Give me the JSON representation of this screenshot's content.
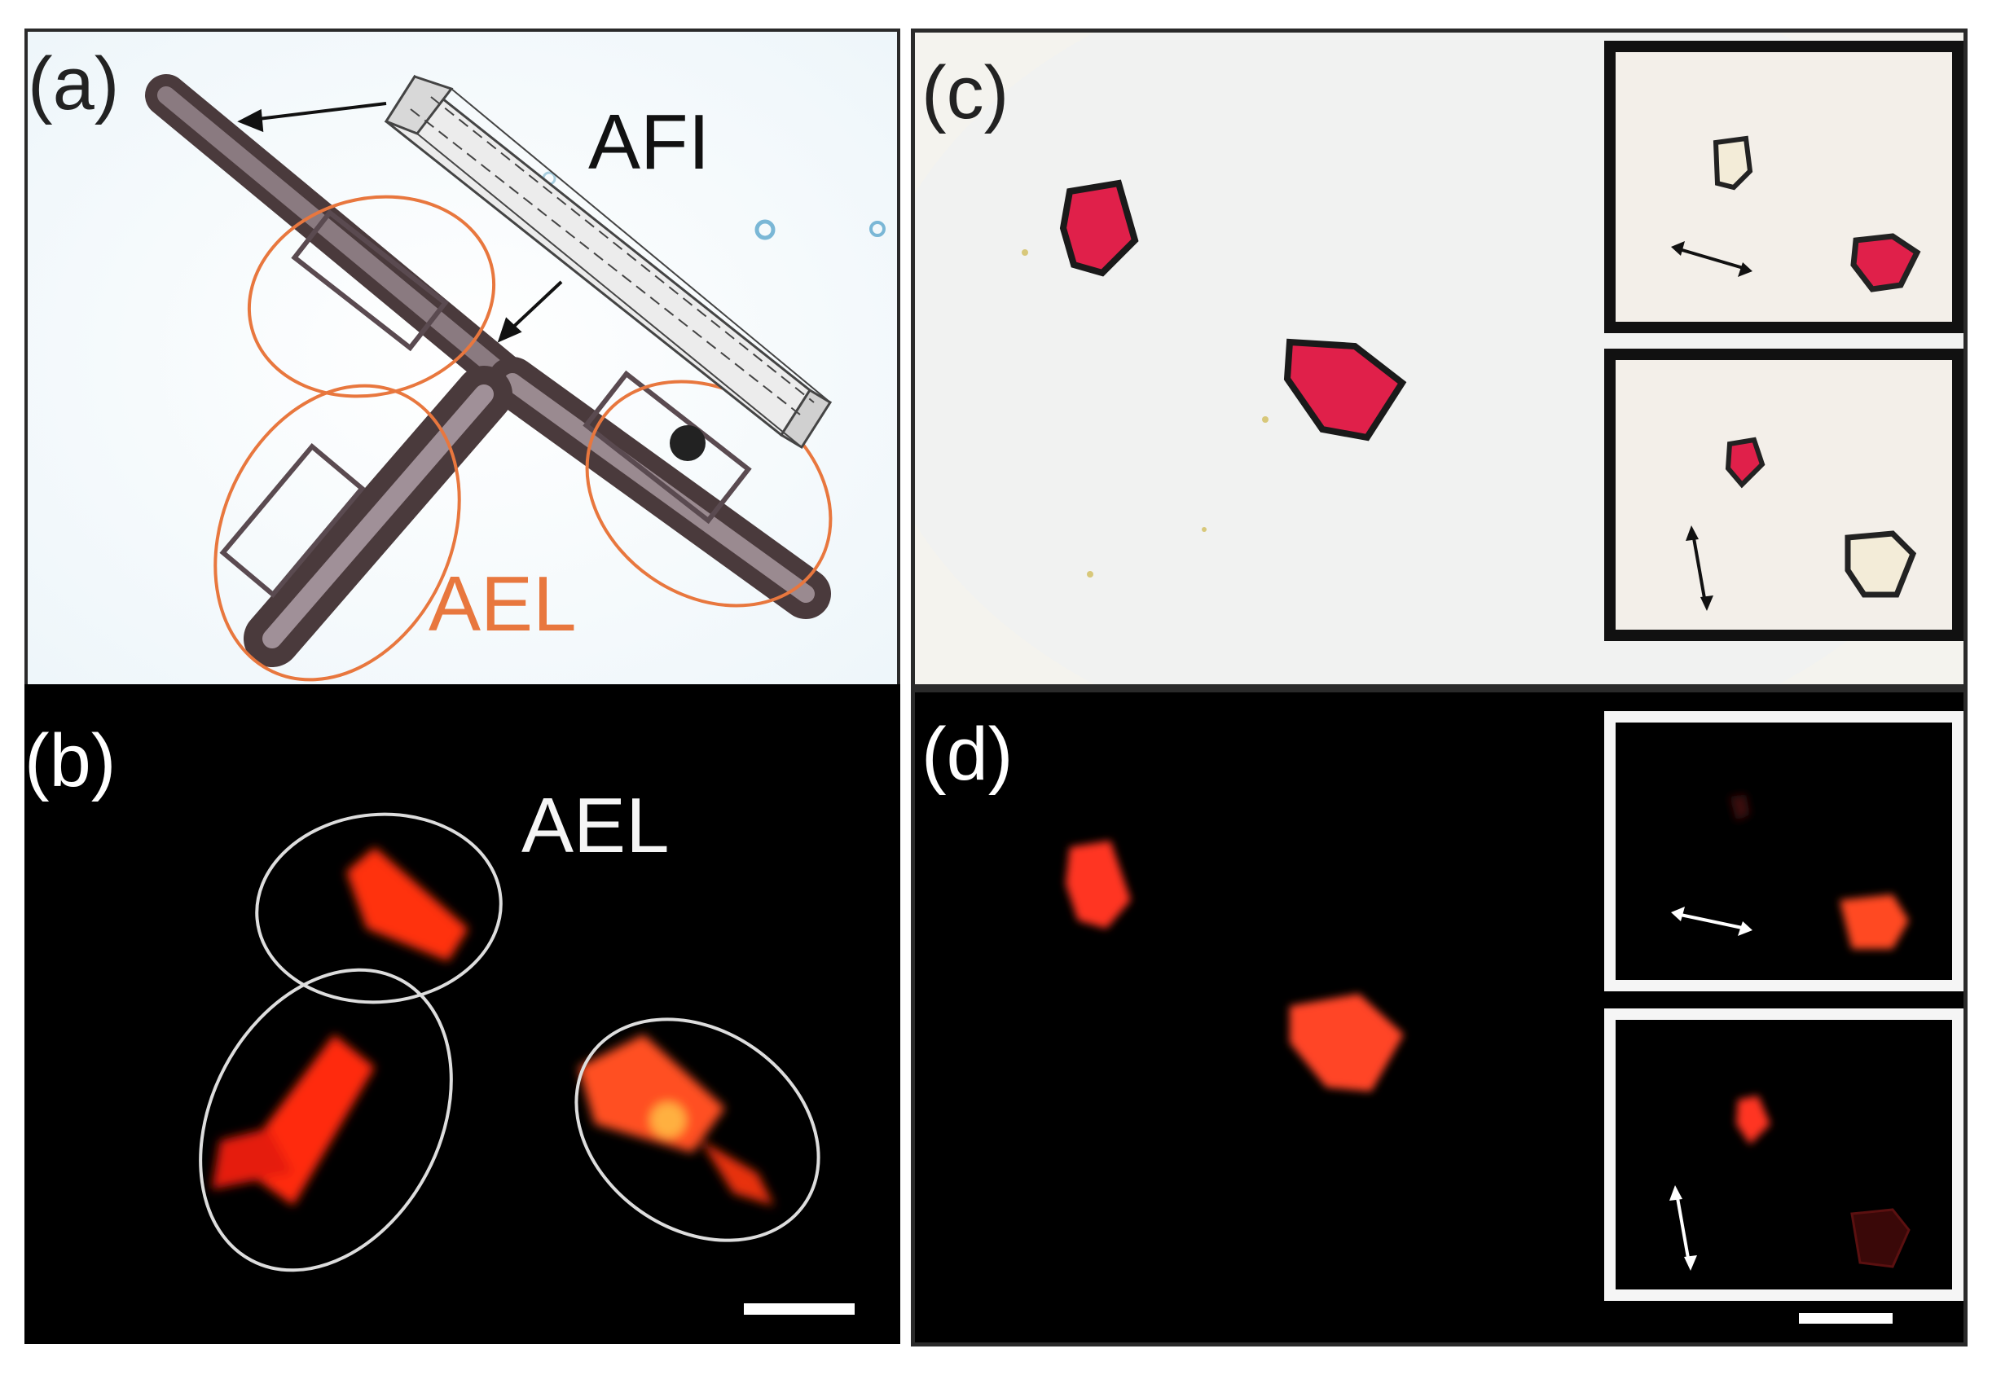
{
  "figure": {
    "panel_a": {
      "label": "(a)",
      "structure_label": "AFI",
      "region_label": "AEL",
      "region_color": "#e8773e"
    },
    "panel_b": {
      "label": "(b)",
      "region_label": "AEL"
    },
    "panel_c": {
      "label": "(c)"
    },
    "panel_d": {
      "label": "(d)"
    },
    "colors": {
      "crystal_red": "#e0204a",
      "fluorescence": "#ff3010",
      "ellipse_outline_light": "#dddddd"
    }
  }
}
